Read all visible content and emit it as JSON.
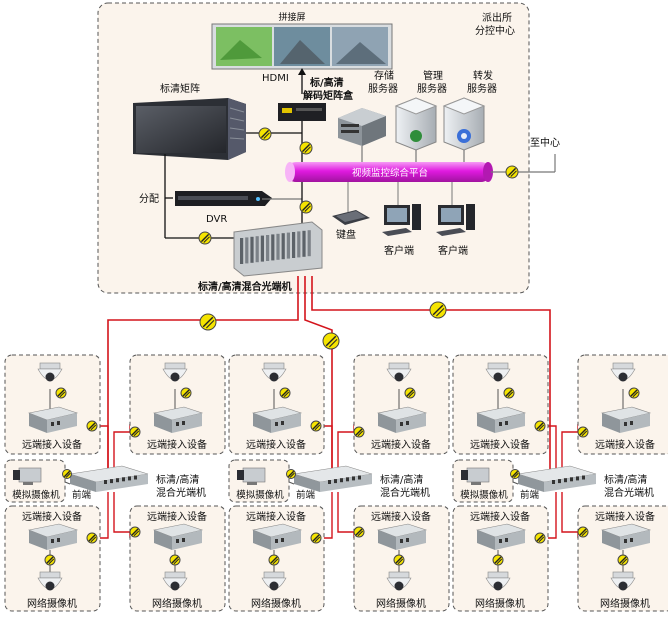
{
  "center": {
    "title_line1": "派出所",
    "title_line2": "分控中心",
    "video_wall_caption": "拼接屏",
    "hdmi": "HDMI",
    "decoder_line1": "标/高清",
    "decoder_line2": "解码矩阵盒",
    "matrix": "标清矩阵",
    "storage_line1": "存储",
    "storage_line2": "服务器",
    "mgmt_line1": "管理",
    "mgmt_line2": "服务器",
    "relay_line1": "转发",
    "relay_line2": "服务器",
    "to_center": "至中心",
    "platform": "视频监控综合平台",
    "split": "分配",
    "dvr": "DVR",
    "keyboard": "键盘",
    "client": "客户端",
    "optical_rack": "标清/高清混合光端机"
  },
  "site": {
    "remote_access": "远端接入设备",
    "analog_camera": "模拟摄像机",
    "front_end": "前端",
    "mixed_optical_line1": "标清/高清",
    "mixed_optical_line2": "混合光端机",
    "network_camera": "网络摄像机"
  },
  "colors": {
    "border": "#555555",
    "site_fill": "#fbf4ec",
    "fiber": "#d4141c",
    "platform_pipe": "#e01ae0",
    "coupler": "#f5e400",
    "device_gray": "#9aa0a4",
    "matrix_dark": "#3a3d44"
  },
  "icons": [
    "video-wall",
    "decoder-box",
    "matrix-rack",
    "server",
    "dvr",
    "keyboard",
    "client-pc",
    "optical-rack",
    "dome-camera",
    "analog-camera",
    "access-device",
    "fiber-coupler"
  ]
}
